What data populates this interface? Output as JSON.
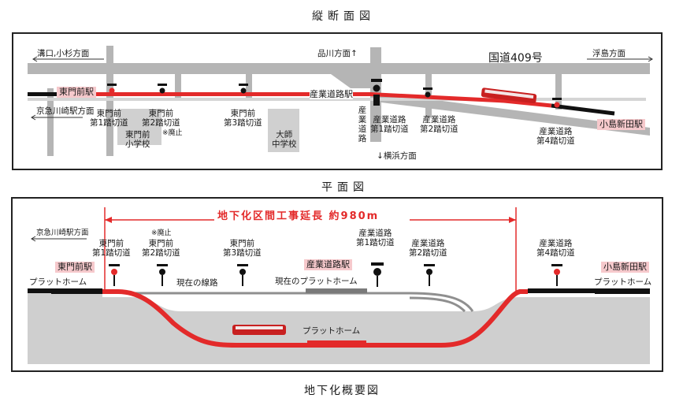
{
  "titles": {
    "top": "縦断面図",
    "middle": "平面図",
    "bottom": "地下化概要図"
  },
  "top_panel": {
    "dir_left": "溝口,小杉方面",
    "dir_top": "品川方面",
    "dir_top_arrow": "↑",
    "route": "国道409号",
    "dir_right": "浮島方面",
    "dir_left_bottom": "京急川崎駅方面",
    "dir_bottom": "横浜方面",
    "dir_bottom_arrow": "↓",
    "station_left": "東門前駅",
    "station_center": "産業道路駅",
    "station_right": "小島新田駅",
    "crossing1_l1": "東門前",
    "crossing1_l2": "第1踏切道",
    "crossing2_l1": "東門前",
    "crossing2_l2": "第2踏切道",
    "abolished": "※廃止",
    "crossing3_l1": "東門前",
    "crossing3_l2": "第3踏切道",
    "school1_l1": "東門前",
    "school1_l2": "小学校",
    "school2_l1": "大師",
    "school2_l2": "中学校",
    "sangyo1_vertical": "産業道路",
    "sangyo1_l1": "産業道路",
    "sangyo1_l2": "第1踏切道",
    "sangyo2_l1": "産業道路",
    "sangyo2_l2": "第2踏切道",
    "sangyo4_l1": "産業道路",
    "sangyo4_l2": "第4踏切道"
  },
  "bottom_panel": {
    "extension": "地下化区間工事延長 約980m",
    "dir_left": "京急川崎駅方面",
    "c1_l1": "東門前",
    "c1_l2": "第1踏切道",
    "c2_note": "※廃止",
    "c2_l1": "東門前",
    "c2_l2": "第2踏切道",
    "c3_l1": "東門前",
    "c3_l2": "第3踏切道",
    "s1_l1": "産業道路",
    "s1_l2": "第1踏切道",
    "s2_l1": "産業道路",
    "s2_l2": "第2踏切道",
    "s4_l1": "産業道路",
    "s4_l2": "第4踏切道",
    "station_left": "東門前駅",
    "platform_left": "プラットホーム",
    "current_line": "現在の線路",
    "station_center": "産業道路駅",
    "current_platform": "現在のプラットホーム",
    "station_right": "小島新田駅",
    "platform_right": "プラットホーム",
    "platform_underground": "プラットホーム"
  },
  "colors": {
    "rail_red": "#e32a2a",
    "road_gray": "#b5b5b5",
    "ground_gray": "#cfcfcf",
    "station_pink": "#f6c9cc"
  }
}
